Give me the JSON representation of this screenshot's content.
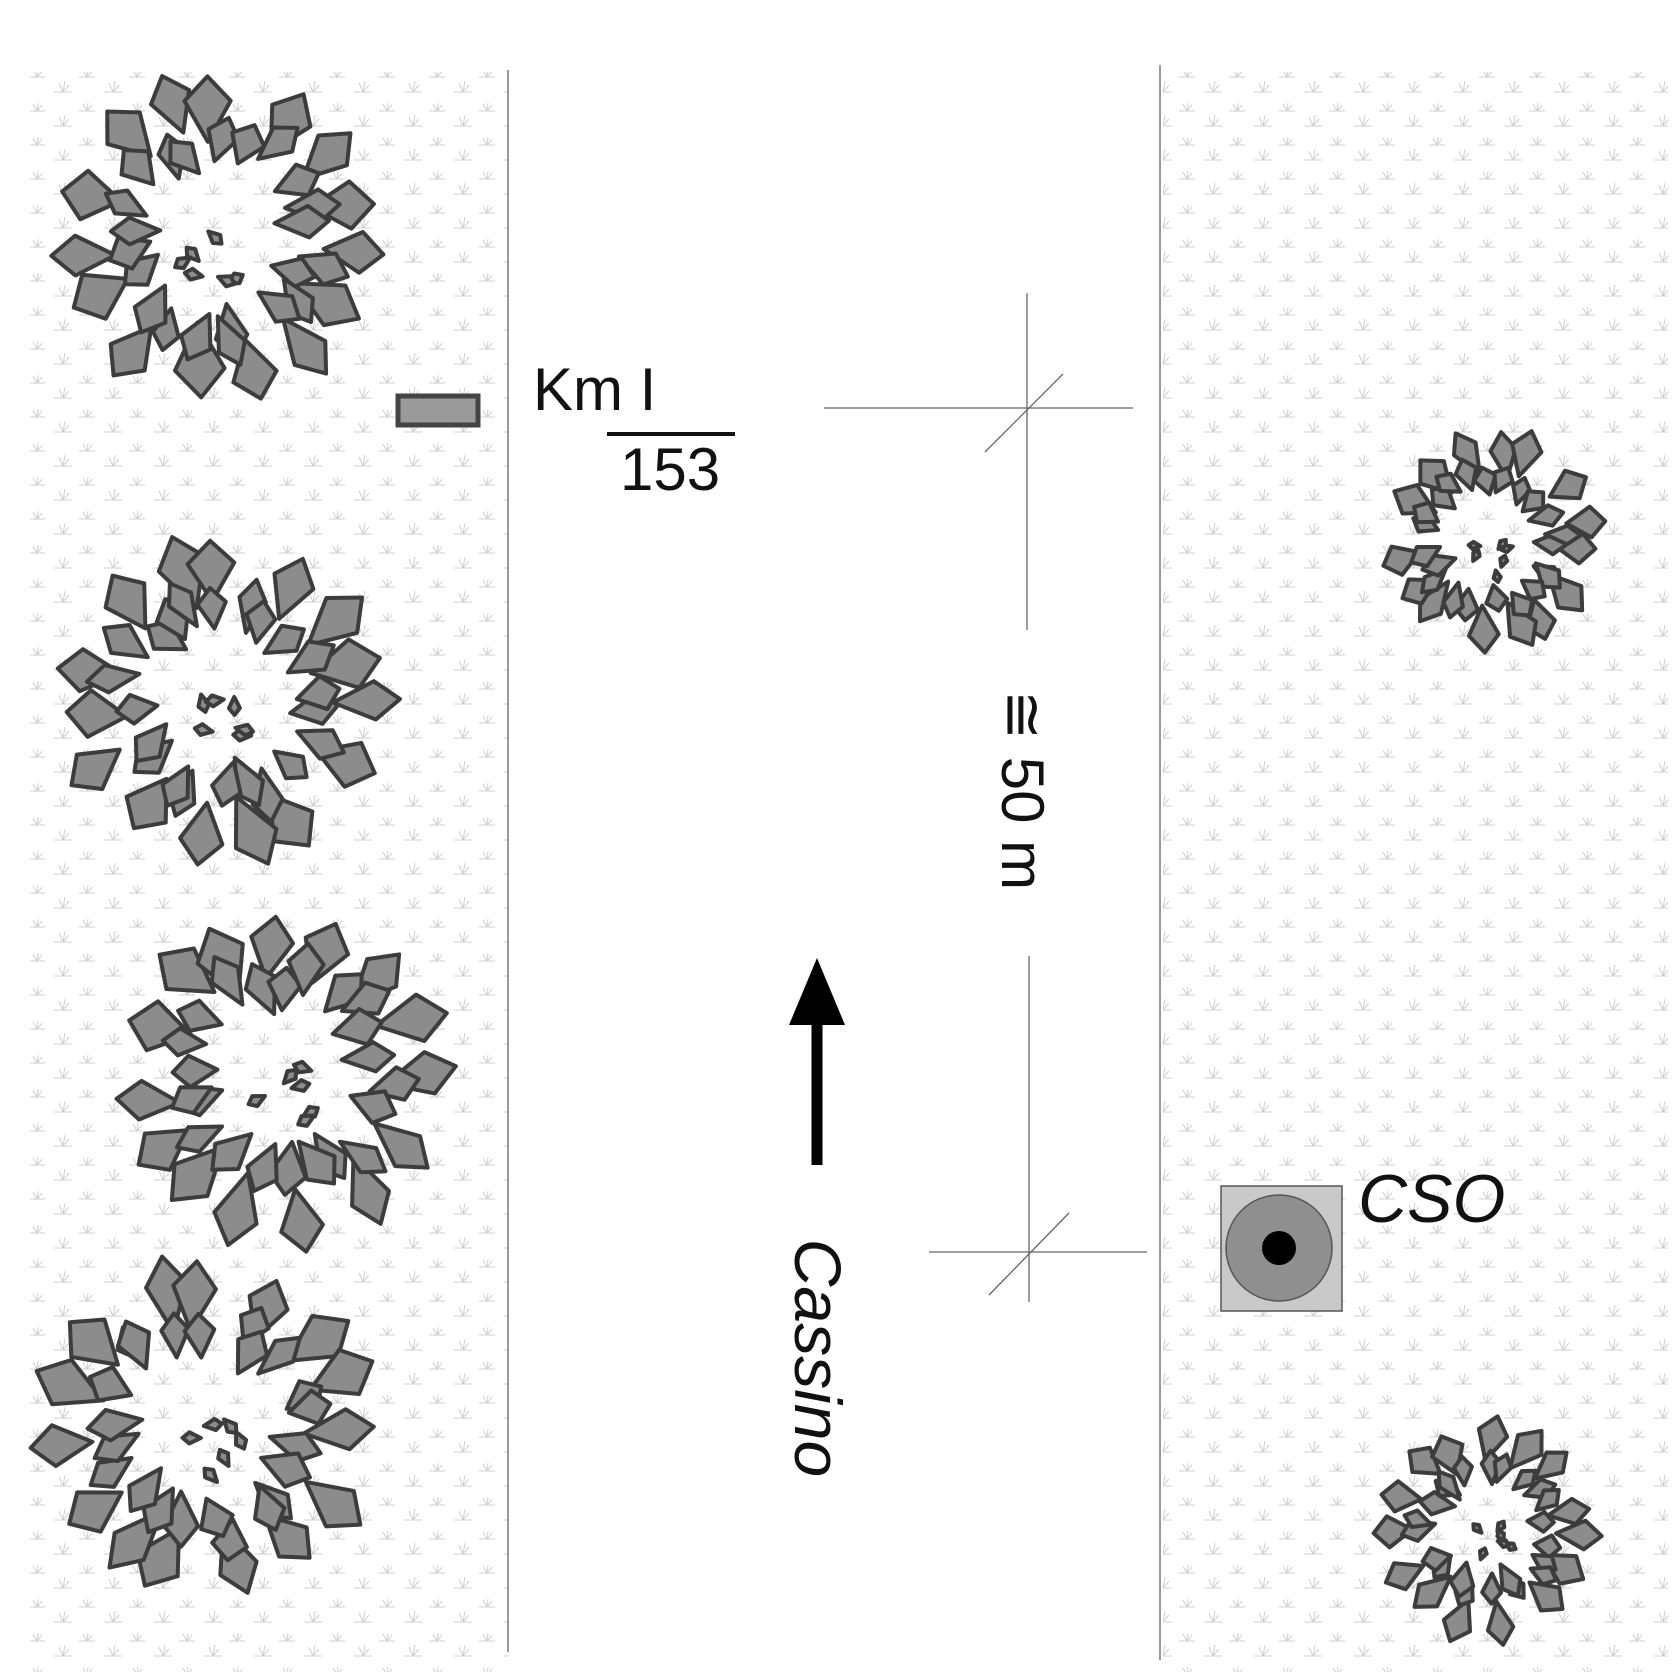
{
  "km_marker": {
    "prefix": "Km  I",
    "number": "153"
  },
  "distance": {
    "label": "≅ 50 m"
  },
  "direction": {
    "label": "Cassino"
  },
  "cso": {
    "label": "CSO"
  },
  "trees": {
    "left_count": 4,
    "right_count": 2
  },
  "colors": {
    "leaf_fill": "#8c8c8c",
    "leaf_stroke": "#3c3c3c",
    "grass": "#cccccc",
    "line": "#6e6e6e"
  }
}
